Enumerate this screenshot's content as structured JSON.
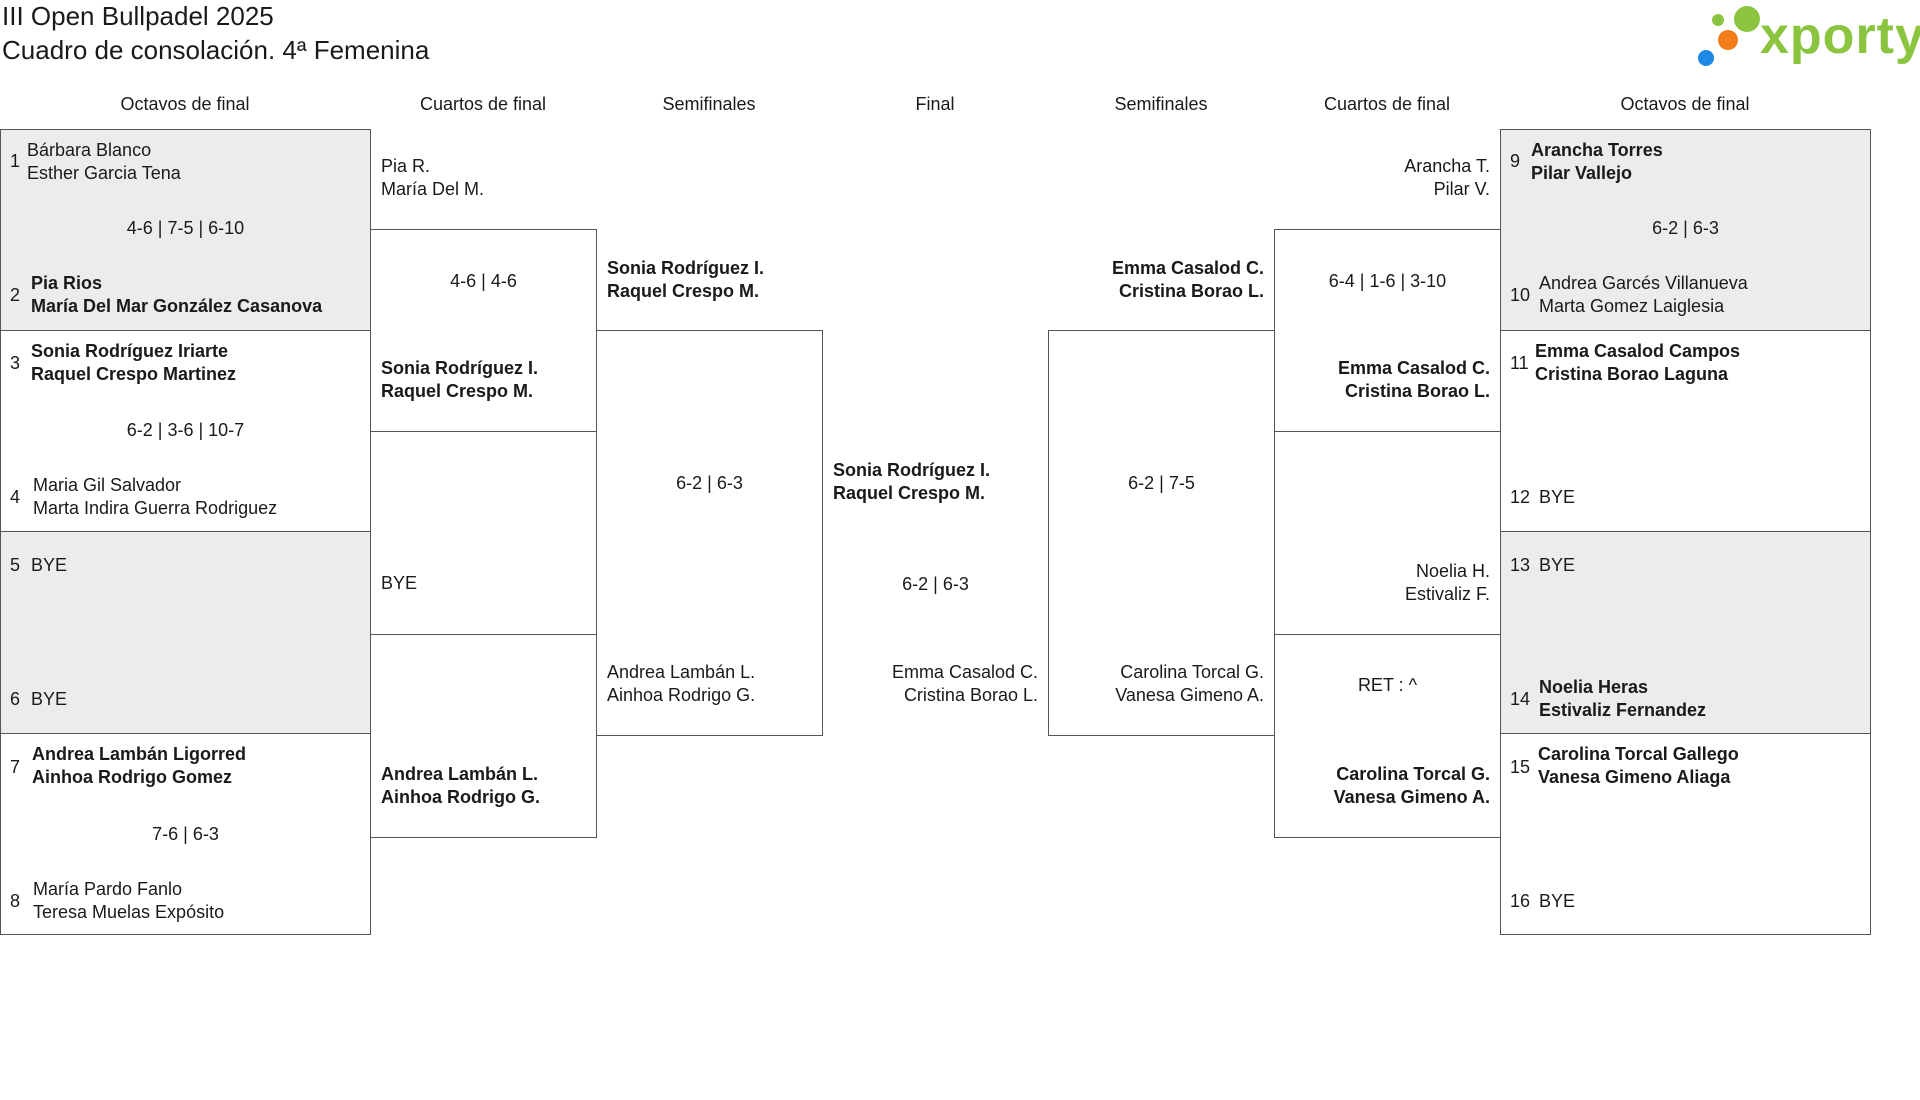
{
  "header": {
    "title": "III Open Bullpadel 2025",
    "subtitle": "Cuadro de consolación. 4ª Femenina",
    "logo": "xporty"
  },
  "colors": {
    "logo_green": "#8bc53f",
    "logo_blue": "#1e88e5",
    "logo_orange": "#f07c1a",
    "shade": "#ececec"
  },
  "columns": [
    "Octavos de final",
    "Cuartos de final",
    "Semifinales",
    "Final",
    "Semifinales",
    "Cuartos de final",
    "Octavos de final"
  ],
  "left_r16": [
    {
      "n1": "1",
      "p1a": "Bárbara Blanco",
      "p1b": "Esther Garcia Tena",
      "score": "4-6 | 7-5 | 6-10",
      "n2": "2",
      "p2a": "Pia Rios",
      "p2b": "María Del Mar González Casanova"
    },
    {
      "n1": "3",
      "p1a": "Sonia Rodríguez Iriarte",
      "p1b": "Raquel Crespo Martinez",
      "score": "6-2 | 3-6 | 10-7",
      "n2": "4",
      "p2a": "Maria Gil Salvador",
      "p2b": "Marta Indira Guerra Rodriguez"
    },
    {
      "n1": "5",
      "p1a": "BYE",
      "p1b": "",
      "score": "",
      "n2": "6",
      "p2a": "BYE",
      "p2b": ""
    },
    {
      "n1": "7",
      "p1a": "Andrea Lambán Ligorred",
      "p1b": "Ainhoa Rodrigo Gomez",
      "score": "7-6 | 6-3",
      "n2": "8",
      "p2a": "María Pardo Fanlo",
      "p2b": "Teresa Muelas Expósito"
    }
  ],
  "right_r16": [
    {
      "n1": "9",
      "p1a": "Arancha Torres",
      "p1b": "Pilar Vallejo",
      "score": "6-2 | 6-3",
      "n2": "10",
      "p2a": "Andrea Garcés Villanueva",
      "p2b": "Marta Gomez Laiglesia"
    },
    {
      "n1": "11",
      "p1a": "Emma Casalod Campos",
      "p1b": "Cristina Borao Laguna",
      "score": "",
      "n2": "12",
      "p2a": "BYE",
      "p2b": ""
    },
    {
      "n1": "13",
      "p1a": "BYE",
      "p1b": "",
      "score": "",
      "n2": "14",
      "p2a": "Noelia Heras",
      "p2b": "Estivaliz Fernandez"
    },
    {
      "n1": "15",
      "p1a": "Carolina Torcal Gallego",
      "p1b": "Vanesa Gimeno Aliaga",
      "score": "",
      "n2": "16",
      "p2a": "BYE",
      "p2b": ""
    }
  ],
  "left_qf": [
    {
      "p1a": "Pia R.",
      "p1b": "María Del M.",
      "score": "4-6 | 4-6",
      "p2a": "Sonia Rodríguez I.",
      "p2b": "Raquel Crespo M."
    },
    {
      "p1a": "BYE",
      "p1b": "",
      "score": "",
      "p2a": "Andrea Lambán L.",
      "p2b": "Ainhoa Rodrigo G."
    }
  ],
  "right_qf": [
    {
      "p1a": "Arancha T.",
      "p1b": "Pilar V.",
      "score": "6-4 | 1-6 | 3-10",
      "p2a": "Emma Casalod C.",
      "p2b": "Cristina Borao L."
    },
    {
      "p1a": "Noelia H.",
      "p1b": "Estivaliz F.",
      "score": "RET : ^",
      "p2a": "Carolina Torcal G.",
      "p2b": "Vanesa Gimeno A."
    }
  ],
  "left_sf": {
    "p1a": "Sonia Rodríguez I.",
    "p1b": "Raquel Crespo M.",
    "score": "6-2 | 6-3",
    "p2a": "Andrea Lambán L.",
    "p2b": "Ainhoa Rodrigo G."
  },
  "right_sf": {
    "p1a": "Emma Casalod C.",
    "p1b": "Cristina Borao L.",
    "score": "6-2 | 7-5",
    "p2a": "Carolina Torcal G.",
    "p2b": "Vanesa Gimeno A."
  },
  "final": {
    "w_a": "Sonia Rodríguez I.",
    "w_b": "Raquel Crespo M.",
    "score": "6-2 | 6-3",
    "r_a": "Emma Casalod C.",
    "r_b": "Cristina Borao L."
  }
}
